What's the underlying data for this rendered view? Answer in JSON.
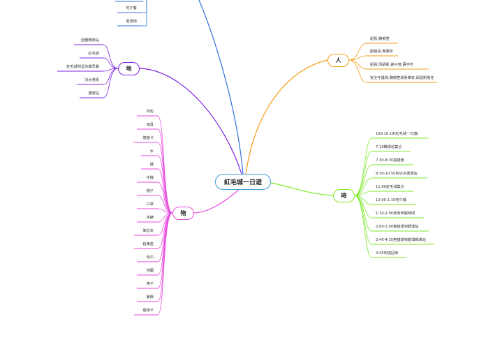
{
  "center": {
    "label": "紅毛城一日遊"
  },
  "branches": {
    "people": {
      "label": "人",
      "color": "#f39c12",
      "items": [
        "組長:魏郁萱",
        "副組長:吳秉安",
        "組員:邱詔凱,謝子萱,蘇宇杰",
        "安全守護員:魏郁萱與吳秉安,邱詔凱擔任"
      ]
    },
    "time": {
      "label": "時",
      "color": "#7ee82a",
      "items": [
        "109.10.19(紅毛城一日遊)",
        "7:10轉運站集合",
        "7:30-8:30搭捷運",
        "8:30-10:50到淡水捷運站",
        "11:00紅毛城集合",
        "12:00-1:10吃午餐",
        "1:10-2:00老街參觀時間",
        "2:00-3:00搭捷運到轉運站",
        "3:40-4:35搭捷運到龍潭轉運站",
        "4:35到達回家"
      ]
    },
    "place": {
      "label": "地",
      "color": "#7b22e0",
      "items": [
        "回龍轉運站",
        "紅毛城",
        "紅毛城附近的餐早餐",
        "淡水老街",
        "捷運站"
      ]
    },
    "things": {
      "label": "物",
      "color": "#e84adf",
      "items": [
        "背包",
        "雨具",
        "悠遊卡",
        "水",
        "錢",
        "手機",
        "帽子",
        "口罩",
        "手錶",
        "筆記本",
        "鉛筆盒",
        "毛巾",
        "地圖",
        "筷子",
        "餐飾",
        "健保卡"
      ]
    },
    "event": {
      "color": "#2f6fdc",
      "items": [
        "吃午餐",
        "逛老街"
      ]
    }
  }
}
